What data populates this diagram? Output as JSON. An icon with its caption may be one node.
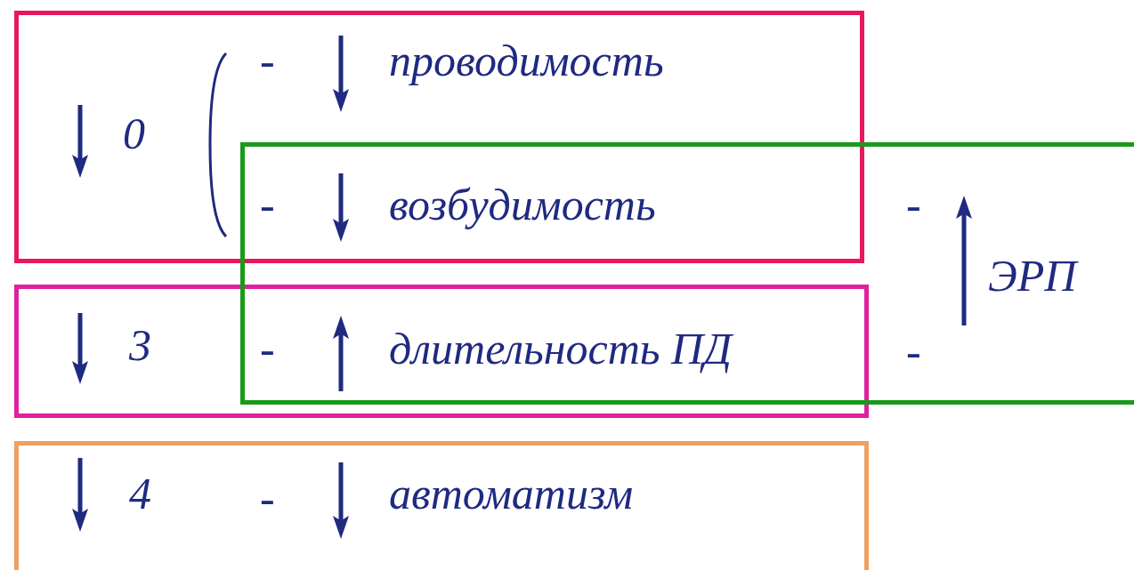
{
  "diagram": {
    "nodes": [
      {
        "text": [
          "0",
          "-",
          "проводимость",
          "-",
          "возбудимость"
        ]
      },
      {
        "text": [
          "3",
          "-",
          "длительность ПД"
        ]
      },
      {
        "text": [
          "4",
          "-",
          "автоматизм"
        ]
      },
      {
        "text": [
          "-",
          "ЭРП",
          "-"
        ]
      }
    ]
  }
}
